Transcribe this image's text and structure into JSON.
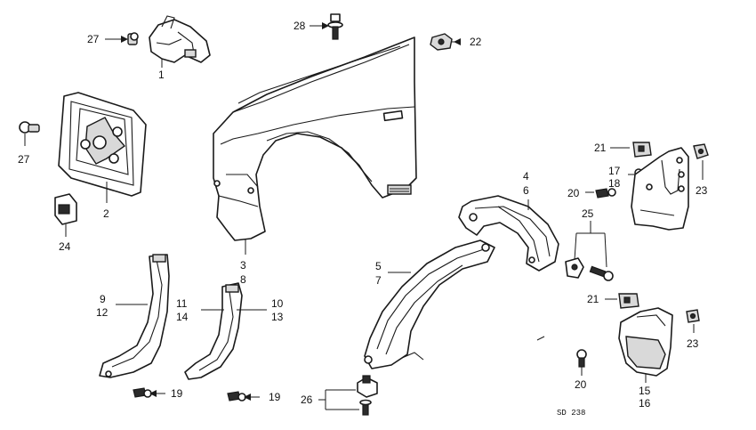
{
  "callouts": {
    "c1": "1",
    "c2": "2",
    "c3": "3",
    "c4": "4",
    "c5": "5",
    "c6": "6",
    "c7": "7",
    "c8": "8",
    "c9": "9",
    "c10": "10",
    "c11": "11",
    "c12": "12",
    "c13": "13",
    "c14": "14",
    "c15": "15",
    "c16": "16",
    "c17": "17",
    "c18": "18",
    "c19a": "19",
    "c19b": "19",
    "c20a": "20",
    "c20b": "20",
    "c21a": "21",
    "c21b": "21",
    "c22": "22",
    "c23a": "23",
    "c23b": "23",
    "c24": "24",
    "c25": "25",
    "c26": "26",
    "c27a": "27",
    "c27b": "27",
    "c28": "28"
  },
  "diagram_code": "SD 238"
}
